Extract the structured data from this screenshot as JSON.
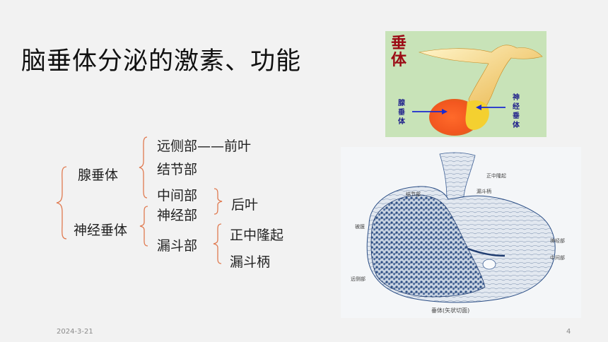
{
  "title": "脑垂体分泌的激素、功能",
  "tree": {
    "adeno": "腺垂体",
    "neuro": "神经垂体",
    "distal": "远侧部——前叶",
    "tuberal": "结节部",
    "intermediate": "中间部",
    "posterior_lobe": "后叶",
    "nervous": "神经部",
    "infundibulum": "漏斗部",
    "median_eminence": "正中隆起",
    "stalk": "漏斗柄"
  },
  "image1": {
    "heading": "垂体",
    "left_label": "腺垂体",
    "right_label": "神经垂体"
  },
  "image2": {
    "labels": {
      "median_eminence": "正中隆起",
      "stalk": "漏斗柄",
      "tuberal": "结节部",
      "capsule": "被膜",
      "nervous": "神经部",
      "intermediate": "中间部",
      "distal": "远侧部"
    },
    "caption": "垂体(矢状切面)"
  },
  "footer": {
    "date": "2024-3-21",
    "page": "4"
  }
}
